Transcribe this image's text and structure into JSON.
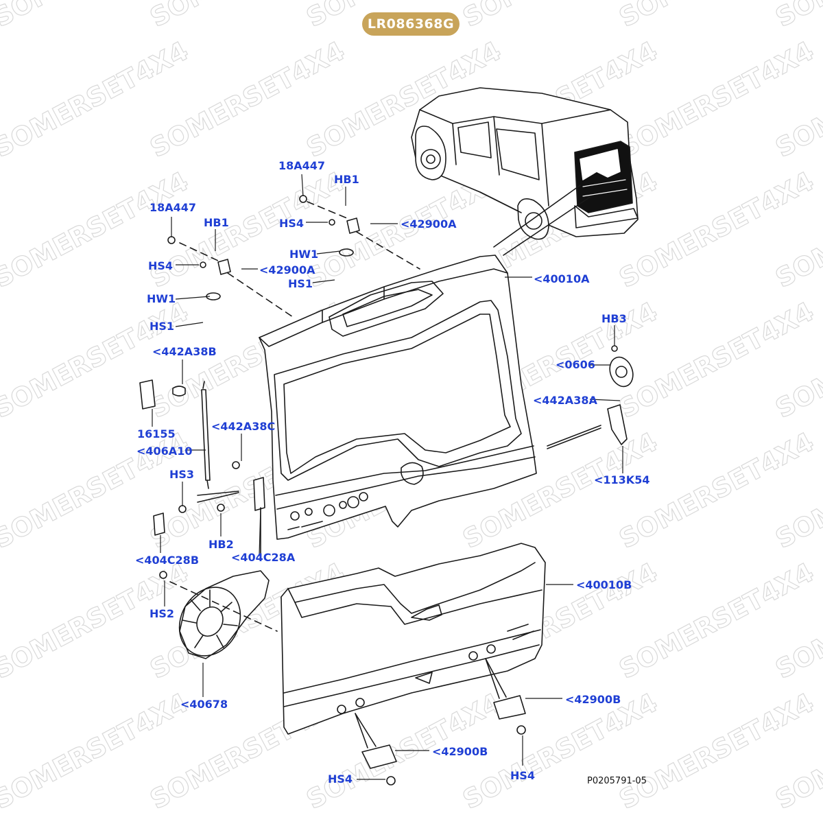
{
  "part_number": "LR086368G",
  "reference": "P0205791-05",
  "watermark": "SOMERSET4X4",
  "colors": {
    "badge": "#c8a45a",
    "label": "#1f3fd4",
    "line": "#1a1a1a",
    "watermark": "#d9d9d9"
  },
  "labels": {
    "l18a447_a": "18A447",
    "lhb1_a": "HB1",
    "lhs4_a": "HS4",
    "l42900a_a": "<42900A",
    "lhw1_a": "HW1",
    "lhs1_a": "HS1",
    "l18a447_b": "18A447",
    "lhb1_b": "HB1",
    "lhs4_b": "HS4",
    "l42900a_b": "<42900A",
    "lhw1_b": "HW1",
    "lhs1_b": "HS1",
    "l40010a": "<40010A",
    "lhb3": "HB3",
    "l0606": "<0606",
    "l442a38a": "<442A38A",
    "l113k54": "<113K54",
    "l442a38b": "<442A38B",
    "l16155": "16155",
    "l406a10": "<406A10",
    "l442a38c": "<442A38C",
    "lhs3": "HS3",
    "lhb2": "HB2",
    "l404c28b": "<404C28B",
    "l404c28a": "<404C28A",
    "lhs2": "HS2",
    "l40678": "<40678",
    "l40010b": "<40010B",
    "l42900b_a": "<42900B",
    "l42900b_b": "<42900B",
    "lhs4_c": "HS4",
    "lhs4_d": "HS4"
  }
}
